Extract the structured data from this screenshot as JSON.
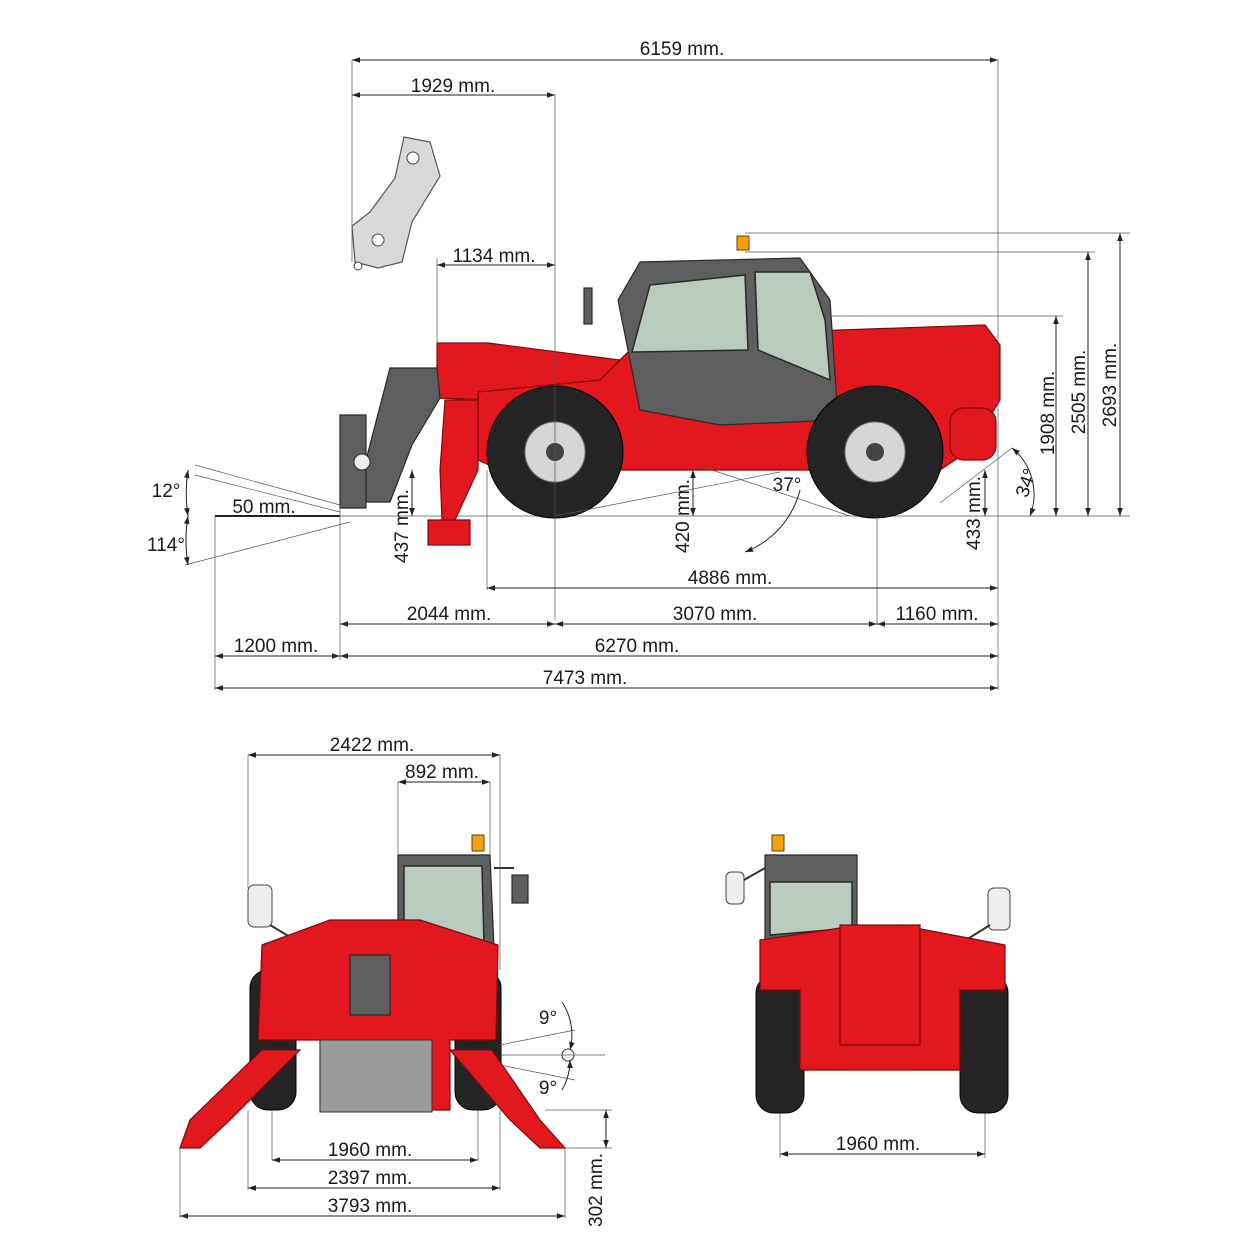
{
  "side_view": {
    "overall_height": "2693 mm.",
    "height_beacon": "2505 mm.",
    "height_cab": "1908 mm.",
    "overall_length_top": "6159 mm.",
    "boom_overhang": "1929 mm.",
    "head_overhang": "1134 mm.",
    "fork_length": "50 mm.",
    "fork_angle_up": "12°",
    "fork_angle_down": "114°",
    "fork_height": "437 mm.",
    "ground_clearance": "420 mm.",
    "rear_clearance": "433 mm.",
    "ramp_angle": "37°",
    "departure_angle": "34°",
    "stabilizer_to_rear": "4886 mm.",
    "front_overhang": "2044 mm.",
    "wheelbase": "3070 mm.",
    "rear_overhang": "1160 mm.",
    "fork_extension": "1200 mm.",
    "length_to_carriage": "6270 mm.",
    "overall_length": "7473 mm."
  },
  "front_view": {
    "mirror_width": "2422 mm.",
    "cab_width": "892 mm.",
    "tilt_up": "9°",
    "tilt_down": "9°",
    "track": "1960 mm.",
    "width": "2397 mm.",
    "stabilizer_width": "3793 mm.",
    "stabilizer_drop": "302 mm."
  },
  "rear_view": {
    "track": "1960 mm."
  },
  "colors": {
    "body": "#e3171e",
    "cab": "#5e5e5e",
    "glass": "#b9cbbd",
    "beacon": "#f2a20f"
  }
}
